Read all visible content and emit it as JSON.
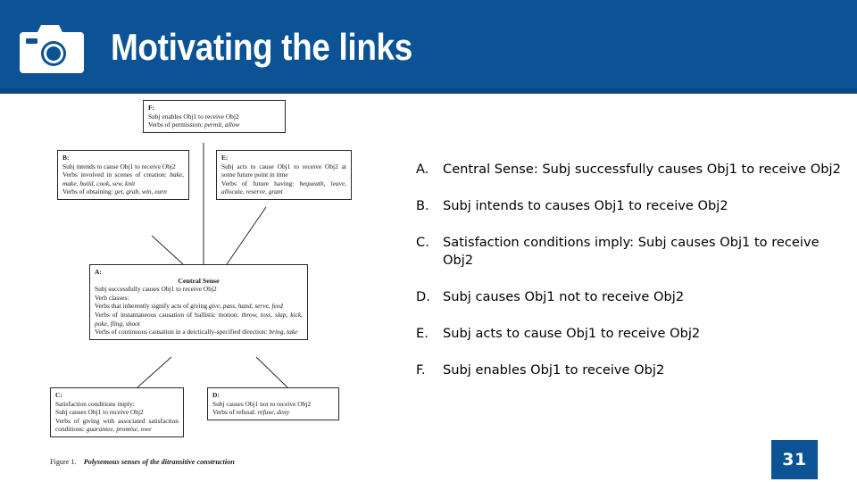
{
  "header": {
    "title": "Motivating the links",
    "icon": "camera-icon",
    "background_color": "#0b5394",
    "text_color": "#ffffff"
  },
  "figure": {
    "caption_label": "Figure 1.",
    "caption_text": "Polysemous senses of the ditransitive construction",
    "boxes": {
      "f": {
        "tag": "F:",
        "line1": "Subj enables Obj1 to receive Obj2",
        "line2_label": "Verbs of permission:",
        "line2_verbs": "permit, allow"
      },
      "b": {
        "tag": "B:",
        "line1": "Subj intends to cause Obj1 to receive Obj2",
        "line2_label": "Verbs involved in scenes of creation:",
        "line2_verbs": "bake, make, build, cook, sew, knit",
        "line3_label": "Verbs of obtaining:",
        "line3_verbs": "get, grab, win, earn"
      },
      "e": {
        "tag": "E:",
        "line1": "Subj acts to cause Obj1 to receive Obj2 at some future point in time",
        "line2_label": "Verbs of future having:",
        "line2_verbs": "bequeath, leave, allocate, reserve, grant"
      },
      "a": {
        "tag": "A:",
        "center_heading": "Central Sense",
        "line1": "Subj successfully causes Obj1 to receive Obj2",
        "line2": "Verb classes:",
        "line3_label": "Verbs that inherently signify acts of giving",
        "line3_verbs": "give, pass, hand, serve, feed",
        "line4_label": "Verbs of instantaneous causation of ballistic motion:",
        "line4_verbs": "throw, toss, slap, kick, poke, fling, shoot",
        "line5_label": "Verbs of continuous causation in a deictically-specified direction:",
        "line5_verbs": "bring, take"
      },
      "c": {
        "tag": "C:",
        "line1": "Satisfaction conditions imply:",
        "line2": "Subj causes Obj1 to receive Obj2",
        "line3_label": "Verbs of giving with associated satisfaction conditions:",
        "line3_verbs": "guarantee, promise, owe"
      },
      "d": {
        "tag": "D:",
        "line1": "Subj causes Obj1 not to receive Obj2",
        "line2_label": "Verbs of refusal:",
        "line2_verbs": "refuse, deny"
      }
    }
  },
  "bullets": [
    {
      "mark": "A.",
      "text": "Central Sense: Subj successfully causes Obj1 to receive Obj2"
    },
    {
      "mark": "B.",
      "text": "Subj intends to causes Obj1 to receive Obj2"
    },
    {
      "mark": "C.",
      "text": "Satisfaction conditions imply: Subj  causes Obj1 to receive Obj2"
    },
    {
      "mark": "D.",
      "text": "Subj  causes Obj1 not to receive Obj2"
    },
    {
      "mark": "E.",
      "text": "Subj  acts to cause Obj1 to receive Obj2"
    },
    {
      "mark": "F.",
      "text": "Subj enables Obj1 to receive Obj2"
    }
  ],
  "slide_number": "31"
}
